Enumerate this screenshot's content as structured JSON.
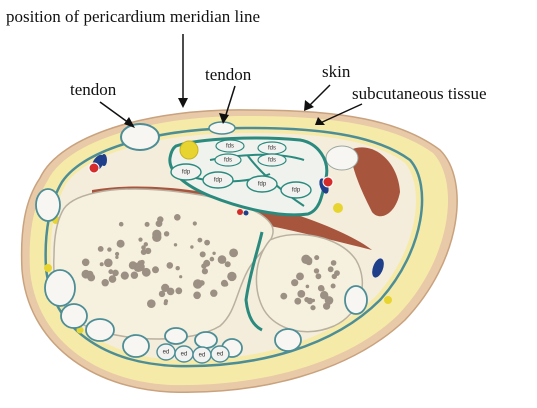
{
  "labels": {
    "pericardium_line": "position of pericardium meridian line",
    "tendon_left": "tendon",
    "tendon_center": "tendon",
    "skin": "skin",
    "subcutaneous": "subcutaneous tissue"
  },
  "tendon_tags": {
    "fds_1": "fds",
    "fds_2": "fds",
    "fds_3": "fds",
    "fds_4": "fds",
    "fdp_1": "fdp",
    "fdp_2": "fdp",
    "fdp_3": "fdp",
    "fdp_4": "fdp",
    "ed_1": "ed",
    "ed_2": "ed",
    "ed_3": "ed",
    "ed_4": "ed"
  },
  "colors": {
    "skin": "#e8c9a8",
    "subcutaneous": "#f6eaa8",
    "fascia": "#4d8e96",
    "tendon_sheath": "#2a8a7e",
    "tendon_fill": "#f2f3f0",
    "bone_cortex": "#f6f0de",
    "bone_spot": "#9c8f83",
    "muscle": "#a8553e",
    "artery": "#d42b2b",
    "vein": "#1f3f8a",
    "nerve": "#e8d430"
  }
}
